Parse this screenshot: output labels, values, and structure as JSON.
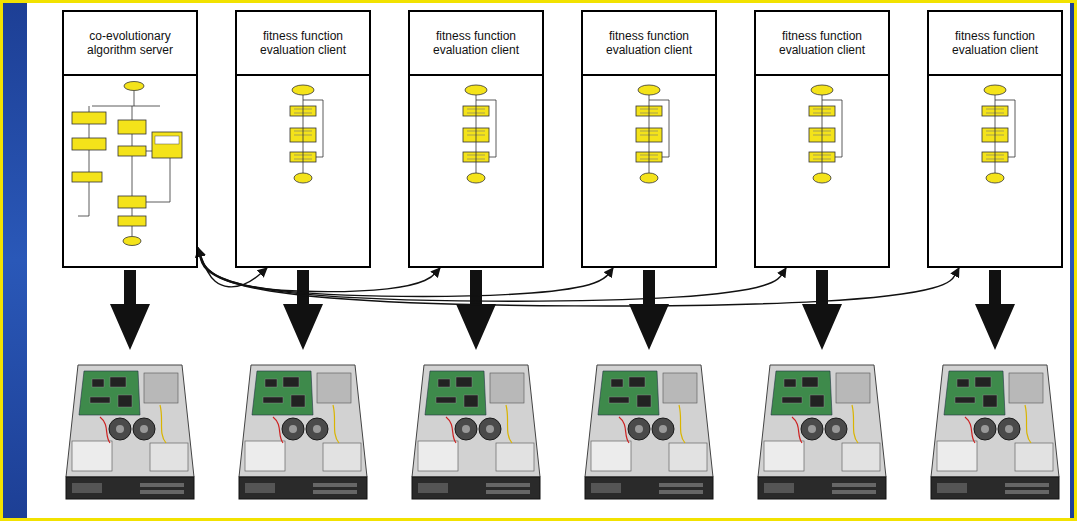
{
  "diagram": {
    "nodes": [
      {
        "text": [
          "co-evolutionary algorithm server"
        ]
      },
      {
        "text": [
          "fitness function evaluation client"
        ]
      },
      {
        "text": [
          "fitness function evaluation client"
        ]
      },
      {
        "text": [
          "fitness function evaluation client"
        ]
      },
      {
        "text": [
          "fitness function evaluation client"
        ]
      },
      {
        "text": [
          "fitness function evaluation client"
        ]
      }
    ],
    "edges": [
      {
        "from": 0,
        "to": 1,
        "arrow": "both"
      },
      {
        "from": 0,
        "to": 2,
        "arrow": "both"
      },
      {
        "from": 0,
        "to": 3,
        "arrow": "both"
      },
      {
        "from": 0,
        "to": 4,
        "arrow": "both"
      },
      {
        "from": 0,
        "to": 5,
        "arrow": "both"
      }
    ]
  }
}
